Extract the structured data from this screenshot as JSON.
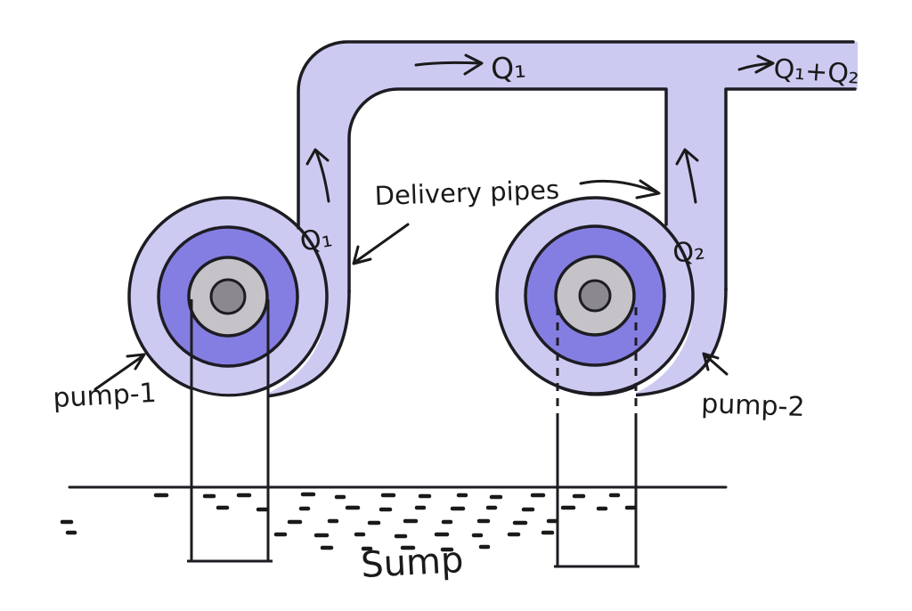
{
  "colors": {
    "paper": "#ffffff",
    "pipe": "#cdcaf2",
    "volute": "#857ee2",
    "grayring": "#c5c3c7",
    "hub": "#8b8890",
    "outline": "#1d1c22",
    "ink": "#1a1a1a"
  },
  "labels": {
    "flow1_top": "Q₁",
    "flow_total": "Q₁+Q₂",
    "flow1_pipe": "Q₁",
    "flow2_pipe": "Q₂",
    "delivery": "Delivery pipes",
    "pump1": "pump-1",
    "pump2": "pump-2",
    "sump": "Sump"
  },
  "water_dashes": [
    [
      175,
      556,
      12
    ],
    [
      230,
      557,
      10
    ],
    [
      268,
      556,
      12
    ],
    [
      340,
      555,
      12
    ],
    [
      378,
      558,
      8
    ],
    [
      430,
      556,
      12
    ],
    [
      472,
      557,
      10
    ],
    [
      515,
      556,
      8
    ],
    [
      552,
      558,
      10
    ],
    [
      598,
      556,
      12
    ],
    [
      645,
      557,
      10
    ],
    [
      686,
      556,
      8
    ],
    [
      70,
      586,
      10
    ],
    [
      76,
      598,
      8
    ],
    [
      245,
      570,
      10
    ],
    [
      290,
      572,
      10
    ],
    [
      338,
      571,
      8
    ],
    [
      390,
      570,
      12
    ],
    [
      428,
      572,
      10
    ],
    [
      468,
      570,
      8
    ],
    [
      508,
      571,
      12
    ],
    [
      548,
      570,
      8
    ],
    [
      588,
      572,
      10
    ],
    [
      632,
      570,
      12
    ],
    [
      672,
      571,
      8
    ],
    [
      704,
      570,
      9
    ],
    [
      325,
      586,
      12
    ],
    [
      370,
      585,
      8
    ],
    [
      415,
      587,
      10
    ],
    [
      455,
      585,
      12
    ],
    [
      498,
      586,
      8
    ],
    [
      538,
      585,
      10
    ],
    [
      578,
      587,
      12
    ],
    [
      616,
      585,
      8
    ],
    [
      310,
      600,
      10
    ],
    [
      355,
      601,
      12
    ],
    [
      400,
      600,
      8
    ],
    [
      445,
      602,
      10
    ],
    [
      490,
      600,
      12
    ],
    [
      532,
      601,
      8
    ],
    [
      572,
      600,
      10
    ],
    [
      610,
      598,
      10
    ],
    [
      362,
      615,
      10
    ],
    [
      408,
      616,
      8
    ],
    [
      452,
      615,
      12
    ],
    [
      497,
      617,
      10
    ],
    [
      540,
      614,
      8
    ]
  ]
}
